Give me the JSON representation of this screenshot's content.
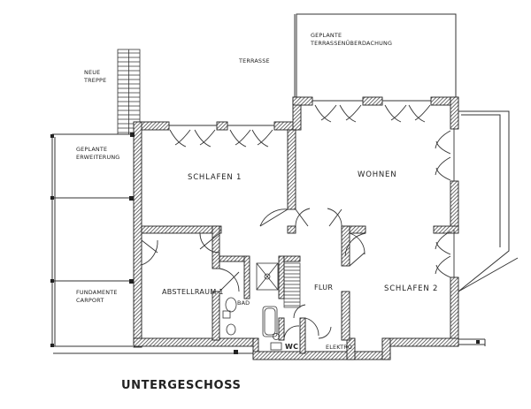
{
  "plan": {
    "title": "UNTERGESCHOSS",
    "rooms": {
      "schlafen1": "SCHLAFEN 1",
      "wohnen": "WOHNEN",
      "schlafen2": "SCHLAFEN 2",
      "abstellraum": "ABSTELLRAUM 1",
      "flur": "FLUR",
      "bad": "BAD",
      "wc": "WC",
      "elektro": "ELEKTRO",
      "terrasse": "TERRASSE"
    },
    "notes": {
      "neue_treppe": [
        "NEUE",
        "TREPPE"
      ],
      "geplante_erweiterung": [
        "GEPLANTE",
        "ERWEITERUNG"
      ],
      "terrassenueberdachung": [
        "GEPLANTE",
        "TERRASSENÜBERDACHUNG"
      ],
      "fundamente_carport": [
        "FUNDAMENTE",
        "CARPORT"
      ]
    }
  }
}
